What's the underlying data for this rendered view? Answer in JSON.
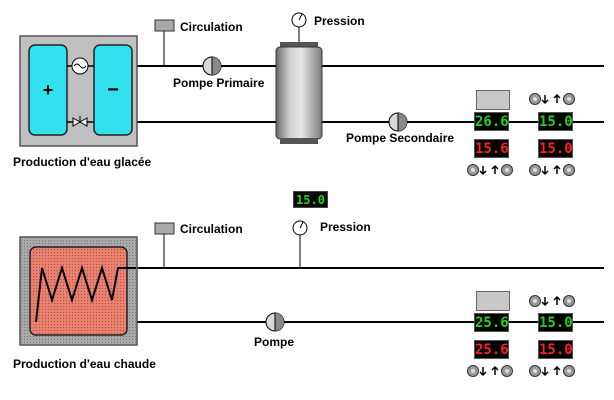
{
  "top": {
    "labels": {
      "circulation": "Circulation",
      "pression": "Pression",
      "pompe_primaire": "Pompe Primaire",
      "pompe_secondaire": "Pompe Secondaire",
      "production": "Production d'eau glacée"
    },
    "displays": {
      "left_top": "26.6",
      "left_bottom": "15.6",
      "right_top": "15.0",
      "right_bottom": "15.0"
    }
  },
  "center_display": "15.0",
  "bottom": {
    "labels": {
      "circulation": "Circulation",
      "pression": "Pression",
      "pompe": "Pompe",
      "production": "Production d'eau chaude"
    },
    "displays": {
      "left_top": "25.6",
      "left_bottom": "25.6",
      "right_top": "15.0",
      "right_bottom": "15.0"
    }
  },
  "colors": {
    "cold_panel": "#33e0f0",
    "hot_panel": "#e88070",
    "unit_bg": "#c0c0c0",
    "display_green": "#22d022",
    "display_red": "#ff2020"
  }
}
